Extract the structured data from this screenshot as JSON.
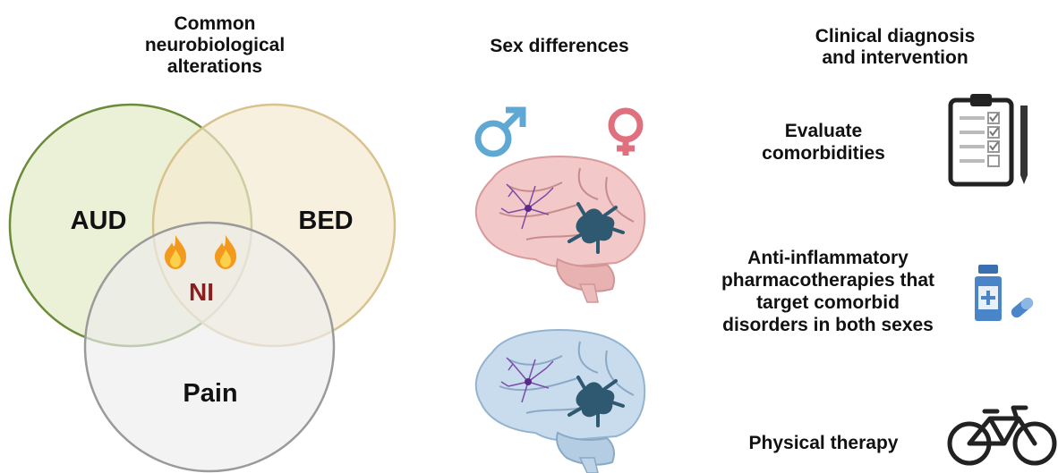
{
  "columns": {
    "left": {
      "heading_line1": "Common",
      "heading_line2": "neurobiological",
      "heading_line3": "alterations"
    },
    "middle": {
      "heading": "Sex differences"
    },
    "right": {
      "heading_line1": "Clinical diagnosis",
      "heading_line2": "and intervention"
    }
  },
  "venn": {
    "circles": [
      {
        "label": "AUD",
        "color": "#e7efcf",
        "stroke": "#6b8a3a"
      },
      {
        "label": "BED",
        "color": "#f5ead0",
        "stroke": "#d8c28e"
      },
      {
        "label": "Pain",
        "color": "#ececec",
        "stroke": "#9a9a9a"
      }
    ],
    "center_label": "NI",
    "center_color": "#8b1e1e"
  },
  "sexes": {
    "male_icon": "male-symbol-icon",
    "male_color": "#5fa8d3",
    "female_icon": "female-symbol-icon",
    "female_color": "#e0707e"
  },
  "interventions": [
    {
      "line1": "Evaluate",
      "line2": "comorbidities",
      "icon": "clipboard-checklist-icon"
    },
    {
      "line1": "Anti-inflammatory",
      "line2": "pharmacotherapies that",
      "line3": "target comorbid",
      "line4": "disorders in both sexes",
      "icon": "medication-bottle-pills-icon"
    },
    {
      "line1": "Physical therapy",
      "icon": "bicycle-icon"
    }
  ]
}
